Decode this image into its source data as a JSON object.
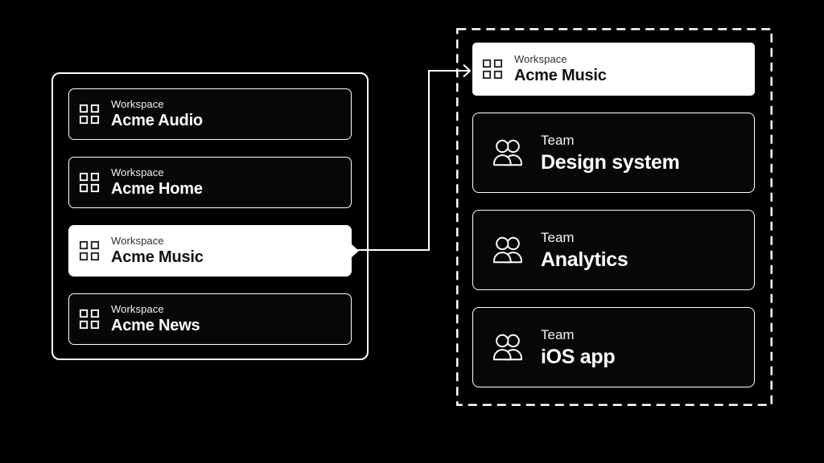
{
  "diagram": {
    "left_panel": {
      "items": [
        {
          "label": "Workspace",
          "title": "Acme Audio",
          "highlighted": false
        },
        {
          "label": "Workspace",
          "title": "Acme Home",
          "highlighted": false
        },
        {
          "label": "Workspace",
          "title": "Acme Music",
          "highlighted": true
        },
        {
          "label": "Workspace",
          "title": "Acme News",
          "highlighted": false
        }
      ]
    },
    "right_panel": {
      "workspace": {
        "label": "Workspace",
        "title": "Acme Music"
      },
      "teams": [
        {
          "label": "Team",
          "title": "Design system"
        },
        {
          "label": "Team",
          "title": "Analytics"
        },
        {
          "label": "Team",
          "title": "iOS app"
        }
      ]
    },
    "icons": {
      "workspace": "grid-squares-icon",
      "team": "two-people-icon"
    },
    "colors": {
      "background": "#000000",
      "card_bg": "#070707",
      "border": "#ffffff",
      "highlight_bg": "#ffffff",
      "highlight_text": "#111111"
    }
  }
}
